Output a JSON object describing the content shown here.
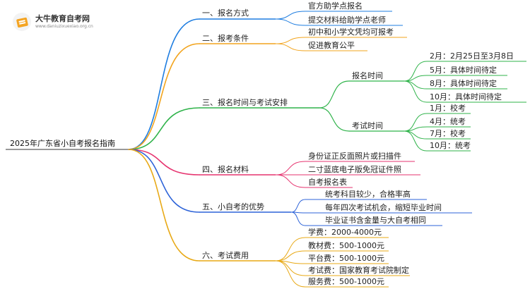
{
  "logo": {
    "name": "大牛教育自考网",
    "url": "www.daniuzixuexiao.org.cn",
    "icon": "book-icon"
  },
  "root": "2025年广东省小自考报名指南",
  "colors": {
    "blue": "#1e7de0",
    "orange": "#f2a41d",
    "green": "#2fb34a",
    "pink": "#e6336f",
    "royal": "#2d63d8",
    "gold": "#e8a916"
  },
  "branches": [
    {
      "label": "一、报名方式",
      "color": "blue",
      "children": [
        {
          "label": "官方助学点报名"
        },
        {
          "label": "提交材料给助学点老师"
        }
      ]
    },
    {
      "label": "二、报考条件",
      "color": "orange",
      "children": [
        {
          "label": "初中和小学文凭均可报考"
        },
        {
          "label": "促进教育公平"
        }
      ]
    },
    {
      "label": "三、报名时间与考试安排",
      "color": "green",
      "children": [
        {
          "label": "报名时间",
          "children": [
            {
              "label": "2月：2月25日至3月8日"
            },
            {
              "label": "5月：具体时间待定"
            },
            {
              "label": "8月：具体时间待定"
            },
            {
              "label": "10月：具体时间待定"
            }
          ]
        },
        {
          "label": "考试时间",
          "children": [
            {
              "label": "1月：校考"
            },
            {
              "label": "4月：统考"
            },
            {
              "label": "7月：校考"
            },
            {
              "label": "10月：统考"
            }
          ]
        }
      ]
    },
    {
      "label": "四、报名材料",
      "color": "pink",
      "children": [
        {
          "label": "身份证正反面照片或扫描件"
        },
        {
          "label": "二寸蓝底电子版免冠证件照"
        },
        {
          "label": "自考报名表"
        }
      ]
    },
    {
      "label": "五、小自考的优势",
      "color": "royal",
      "children": [
        {
          "label": "统考科目较少，合格率高"
        },
        {
          "label": "每年四次考试机会，缩短毕业时间"
        },
        {
          "label": "毕业证书含金量与大自考相同"
        }
      ]
    },
    {
      "label": "六、考试费用",
      "color": "gold",
      "children": [
        {
          "label": "学费：2000-4000元"
        },
        {
          "label": "教材费：500-1000元"
        },
        {
          "label": "平台费：500-1000元"
        },
        {
          "label": "考试费：国家教育考试院制定"
        },
        {
          "label": "服务费：500-1000元"
        }
      ]
    }
  ]
}
